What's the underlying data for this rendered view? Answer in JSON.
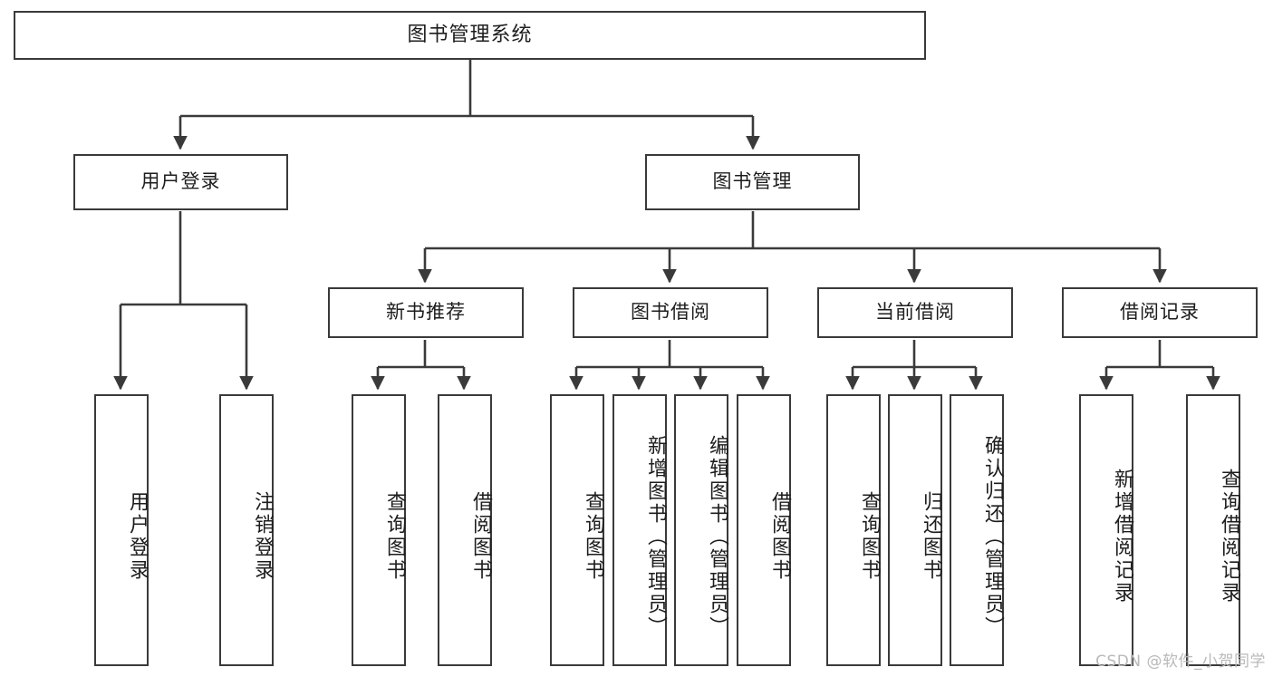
{
  "diagram": {
    "title": "图书管理系统",
    "type": "tree-hierarchy-chart",
    "watermark": "CSDN @软件_小贺同学",
    "colors": {
      "stroke": "#3a3a3a",
      "fill": "#ffffff",
      "text": "#1d1d1d",
      "watermark": "#b9b9b9"
    },
    "nodes": {
      "root": {
        "label": "图书管理系统"
      },
      "level2": [
        {
          "label": "用户登录"
        },
        {
          "label": "图书管理"
        }
      ],
      "level3": [
        {
          "label": "新书推荐"
        },
        {
          "label": "图书借阅"
        },
        {
          "label": "当前借阅"
        },
        {
          "label": "借阅记录"
        }
      ],
      "leaves": {
        "user_login": [
          {
            "label": "用户登录"
          },
          {
            "label": "注销登录"
          }
        ],
        "new_book": [
          {
            "label": "查询图书"
          },
          {
            "label": "借阅图书"
          }
        ],
        "book_borrow": [
          {
            "label": "查询图书"
          },
          {
            "label": "新增图书（管理员）"
          },
          {
            "label": "编辑图书（管理员）"
          },
          {
            "label": "借阅图书"
          }
        ],
        "current_borrow": [
          {
            "label": "查询图书"
          },
          {
            "label": "归还图书"
          },
          {
            "label": "确认归还（管理员）"
          }
        ],
        "borrow_record": [
          {
            "label": "新增借阅记录"
          },
          {
            "label": "查询借阅记录"
          }
        ]
      }
    }
  }
}
